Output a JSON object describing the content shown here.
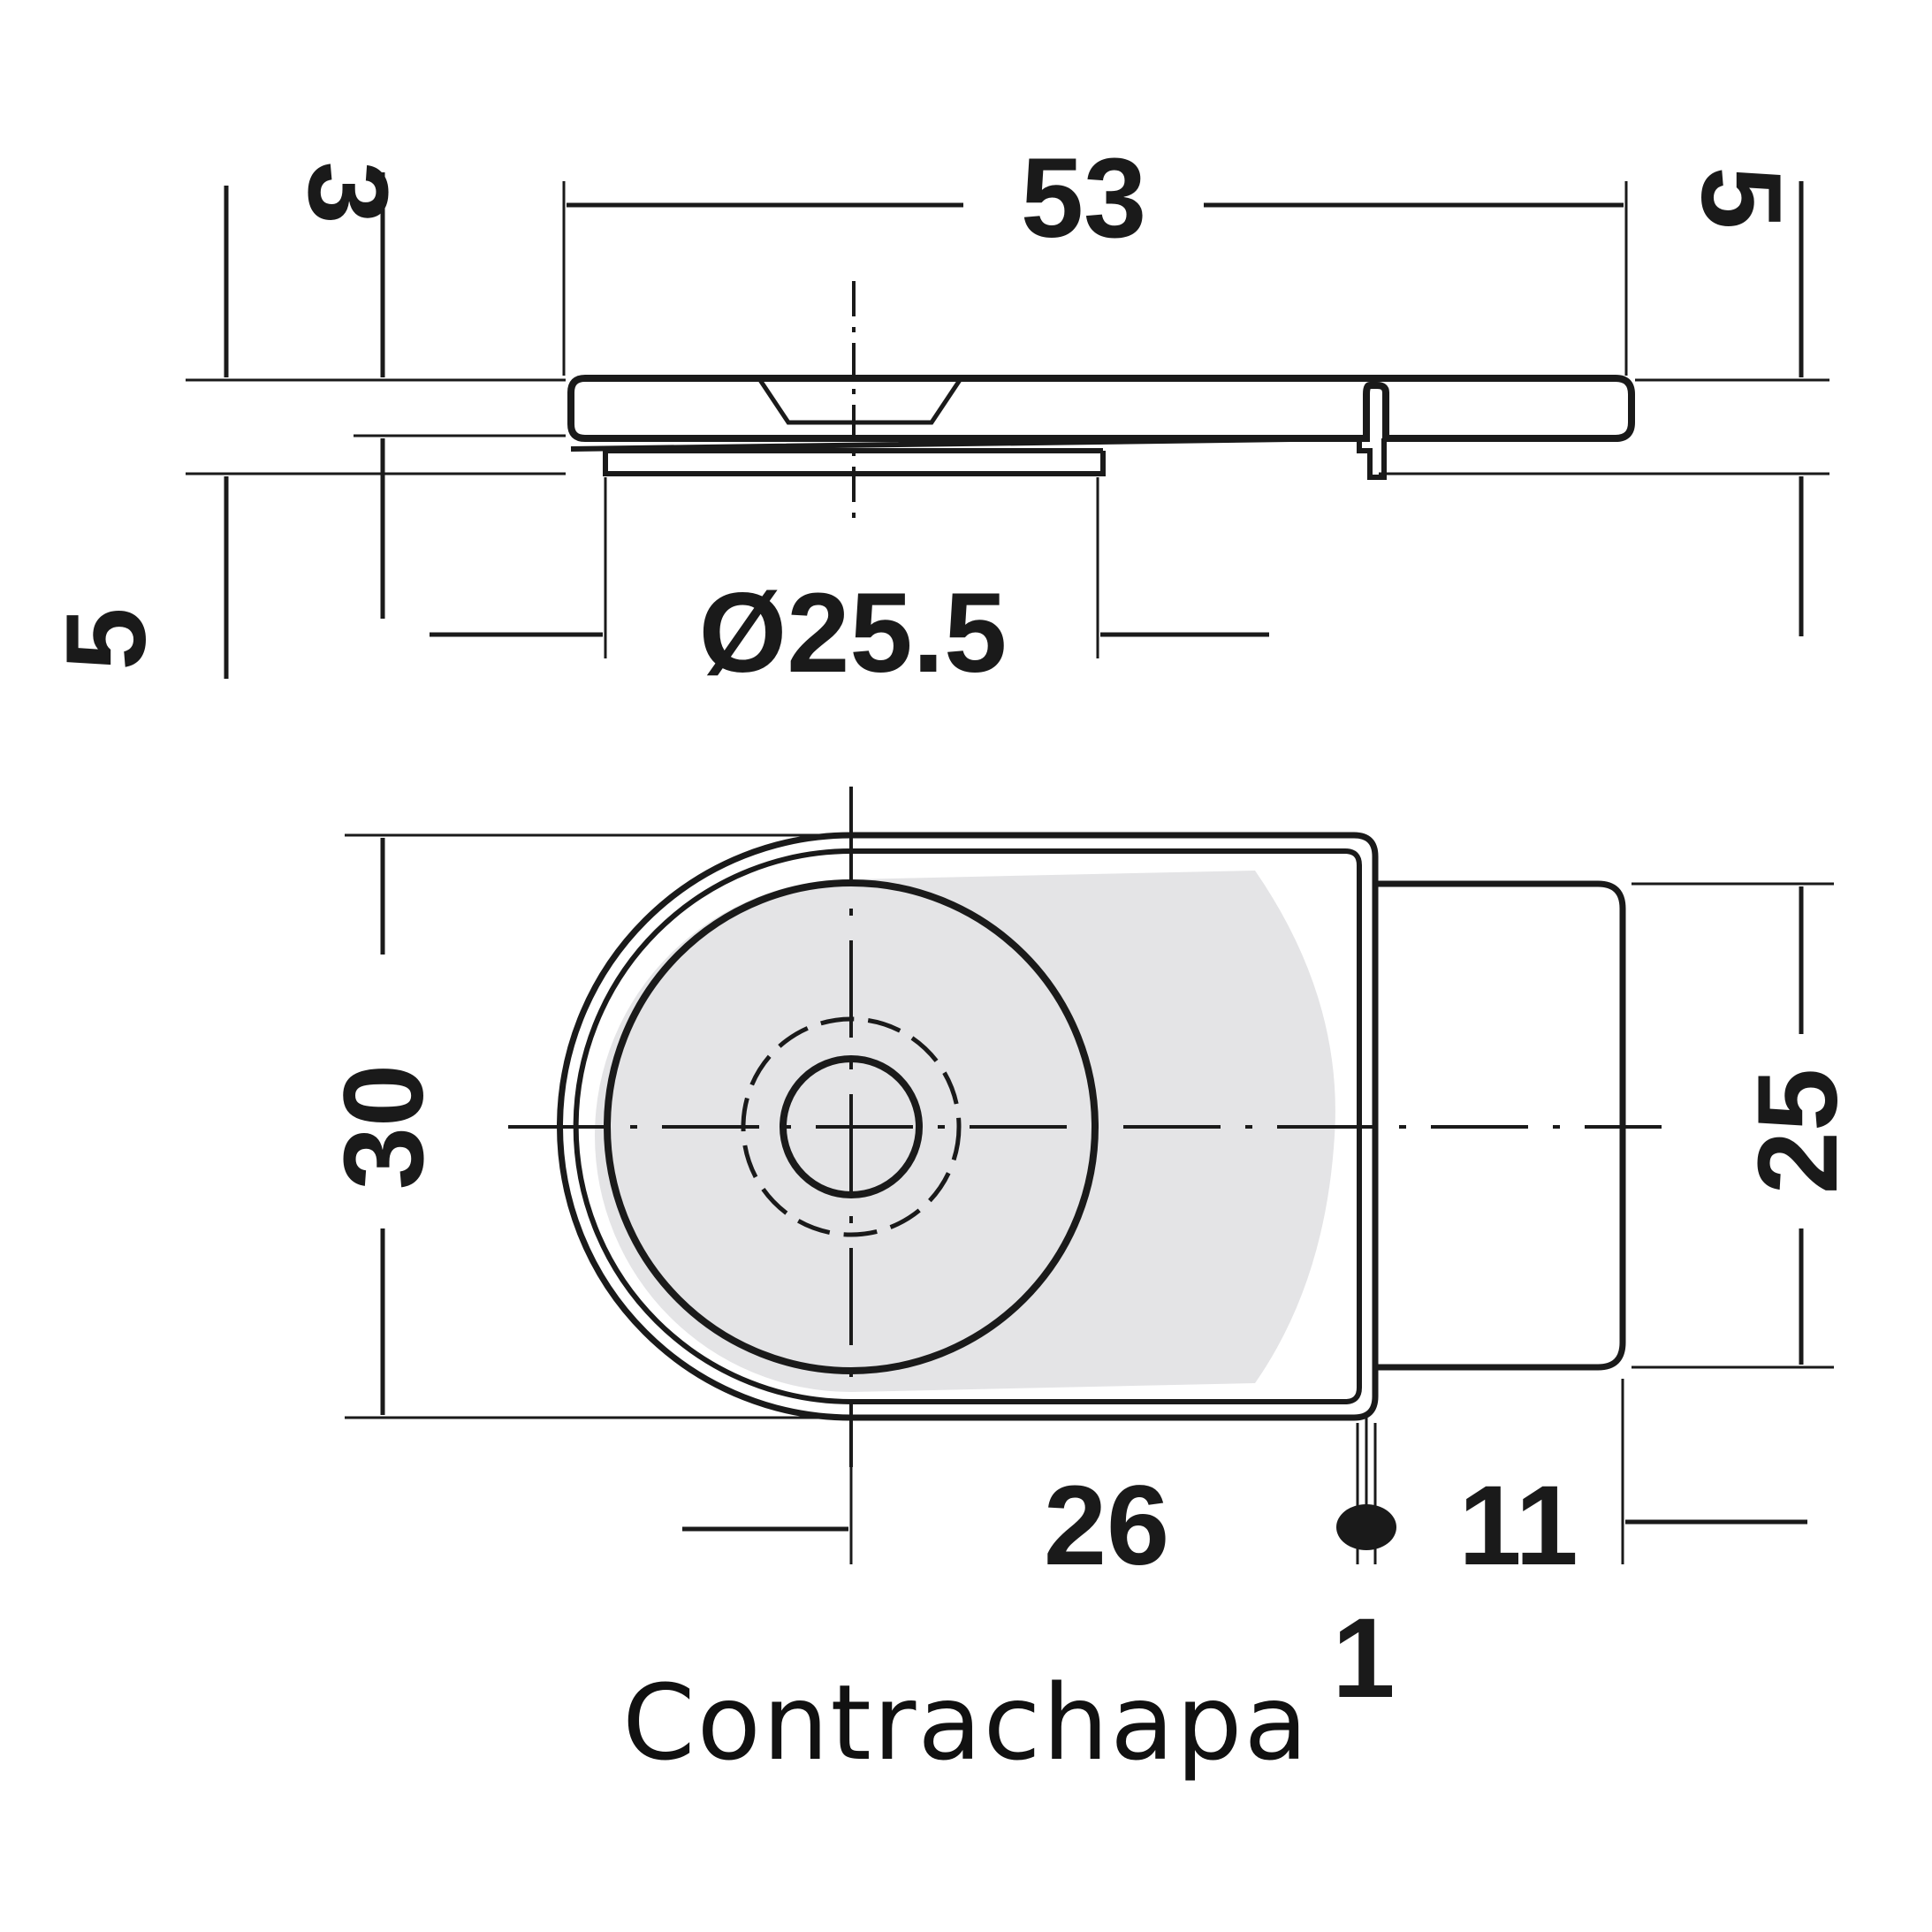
{
  "colors": {
    "ink": "#1a1a1a",
    "fill": "#e4e4e6",
    "background": "#ffffff"
  },
  "side_view": {
    "overall_width": "53",
    "left_top_thickness": "3",
    "left_bottom_thickness": "5",
    "right_thickness": "5",
    "boss_diameter": "Ø25.5"
  },
  "top_view": {
    "height": "30",
    "tab_height": "25",
    "center_to_edge": "26",
    "tab_length": "11",
    "gap": "1"
  },
  "caption": "Contrachapa"
}
